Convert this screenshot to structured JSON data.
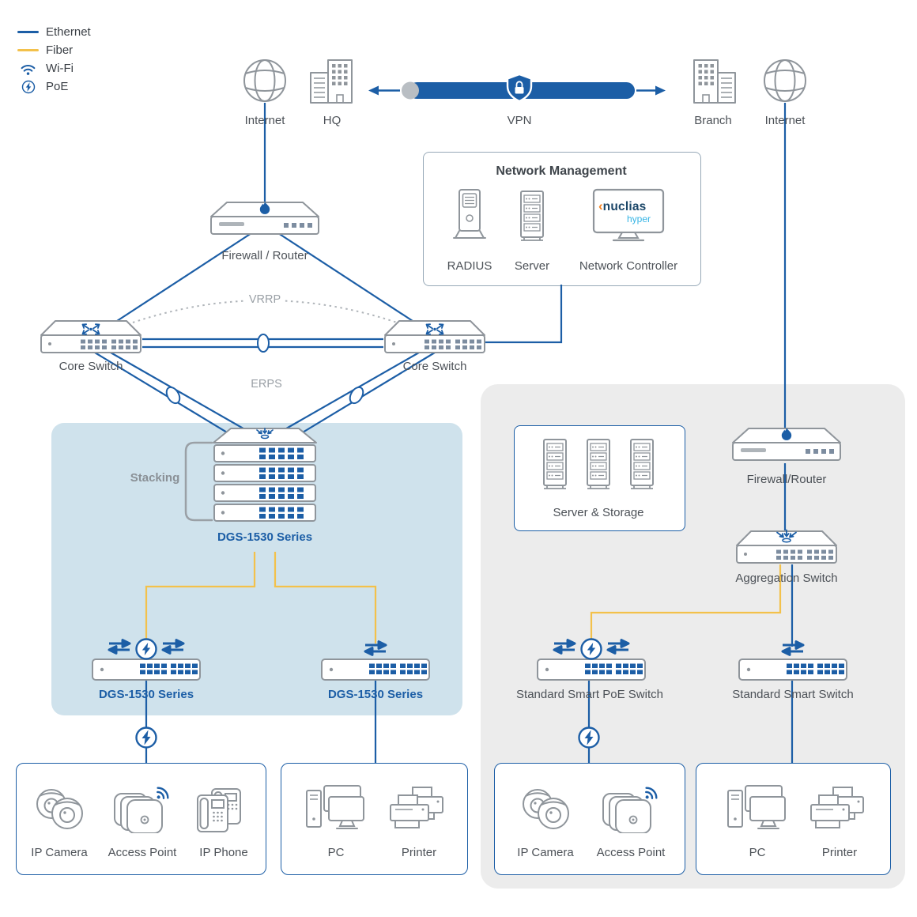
{
  "legend": {
    "ethernet": "Ethernet",
    "fiber": "Fiber",
    "wifi": "Wi-Fi",
    "poe": "PoE"
  },
  "wan": {
    "internet_left": "Internet",
    "hq": "HQ",
    "vpn": "VPN",
    "branch": "Branch",
    "internet_right": "Internet"
  },
  "nm": {
    "title": "Network Management",
    "radius": "RADIUS",
    "server": "Server",
    "controller": "Network Controller",
    "logo_chevron": "‹",
    "logo_brand": "nuclias",
    "logo_sub": "hyper"
  },
  "hq_site": {
    "firewall": "Firewall / Router",
    "vrrp": "VRRP",
    "core_left": "Core Switch",
    "core_right": "Core Switch",
    "erps": "ERPS",
    "stacking": "Stacking",
    "stack": "DGS-1530 Series",
    "access_poe": "DGS-1530 Series",
    "access": "DGS-1530 Series"
  },
  "branch_site": {
    "server_storage": "Server & Storage",
    "firewall": "Firewall/Router",
    "aggregation": "Aggregation Switch",
    "poe_switch": "Standard Smart PoE Switch",
    "smart_switch": "Standard Smart Switch"
  },
  "endpoints": {
    "hq_poe": [
      "IP Camera",
      "Access Point",
      "IP Phone"
    ],
    "hq_lan": [
      "PC",
      "Printer"
    ],
    "branch_poe": [
      "IP Camera",
      "Access Point"
    ],
    "branch_lan": [
      "PC",
      "Printer"
    ]
  },
  "colors": {
    "ethernet": "#1c5ea6",
    "fiber": "#f3c14b",
    "hq_zone": "#cfe2ec",
    "branch_zone": "#ececec",
    "device_gray": "#8f959b",
    "label_text": "#4c5157",
    "nuclias_navy": "#1b4668",
    "nuclias_orange": "#f58220",
    "nuclias_cyan": "#35b4e5"
  }
}
